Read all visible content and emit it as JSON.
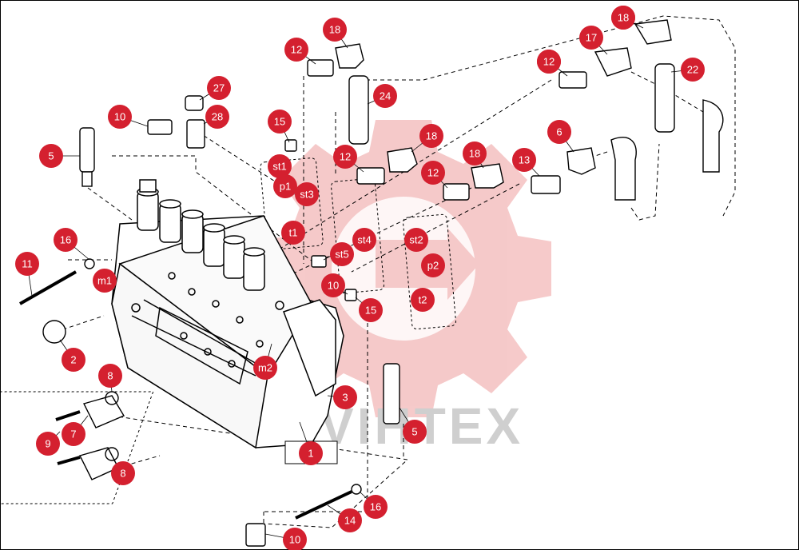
{
  "watermark": {
    "text": "VIHTEX",
    "gear_color": "#f4c0c0",
    "text_color": "#cfcfcf"
  },
  "colors": {
    "callout": "#d4202f",
    "line": "#000000"
  },
  "callouts": [
    "18",
    "12",
    "12",
    "18",
    "17",
    "18",
    "12",
    "22",
    "24",
    "27",
    "10",
    "28",
    "15",
    "18",
    "12",
    "6",
    "5",
    "18",
    "13",
    "st1",
    "p1",
    "st3",
    "12",
    "t1",
    "st4",
    "st2",
    "16",
    "11",
    "st5",
    "p2",
    "m1",
    "10",
    "t2",
    "15",
    "2",
    "m2",
    "8",
    "3",
    "5",
    "7",
    "9",
    "8",
    "1",
    "16",
    "14",
    "10"
  ]
}
